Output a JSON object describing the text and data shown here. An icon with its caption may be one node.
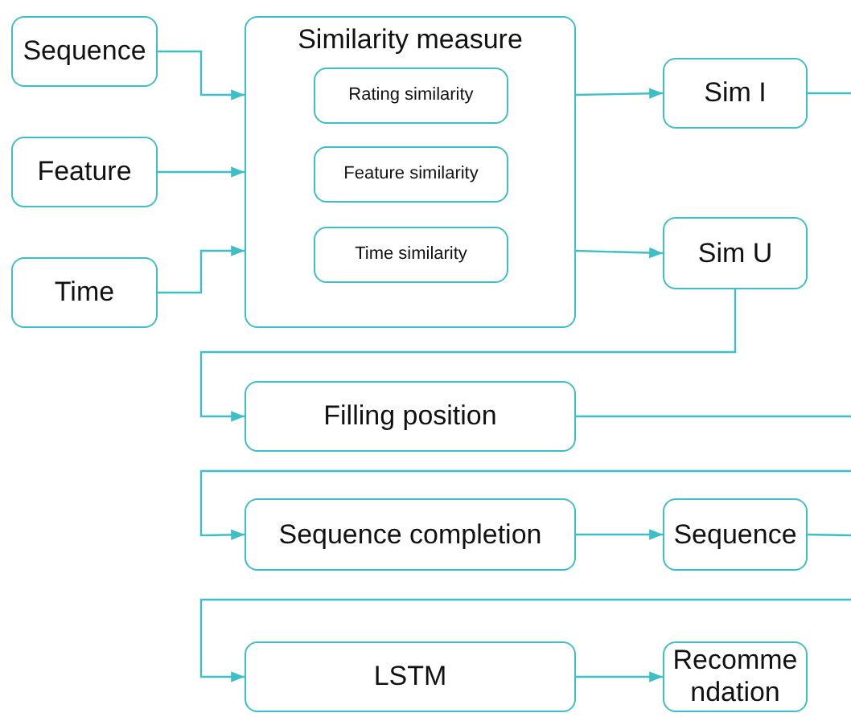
{
  "diagram": {
    "nodes": [
      {
        "text": [
          "Sequence"
        ]
      },
      {
        "text": [
          "Feature"
        ]
      },
      {
        "text": [
          "Time"
        ]
      },
      {
        "text": [
          "Similarity measure"
        ]
      },
      {
        "text": [
          "Rating similarity"
        ],
        "in": 3
      },
      {
        "text": [
          "Feature similarity"
        ],
        "in": 3
      },
      {
        "text": [
          "Time similarity"
        ],
        "in": 3
      },
      {
        "text": [
          "Sim I"
        ]
      },
      {
        "text": [
          "Sim U"
        ]
      },
      {
        "text": [
          "Filling position"
        ]
      },
      {
        "text": [
          "Sequence completion"
        ]
      },
      {
        "text": [
          "Sequence"
        ]
      },
      {
        "text": [
          "LSTM"
        ]
      },
      {
        "text": [
          "Recommendation"
        ]
      }
    ],
    "edges": [
      {
        "from": 0,
        "to": 3,
        "arrow": "to"
      },
      {
        "from": 1,
        "to": 3,
        "arrow": "to"
      },
      {
        "from": 2,
        "to": 3,
        "arrow": "to"
      },
      {
        "from": 3,
        "to": 7,
        "arrow": "to"
      },
      {
        "from": 3,
        "to": 8,
        "arrow": "to"
      },
      {
        "from": 7,
        "to": null,
        "arrow": "none"
      },
      {
        "from": 8,
        "to": 9,
        "arrow": "to"
      },
      {
        "from": 9,
        "to": null,
        "arrow": "none"
      },
      {
        "from": null,
        "to": 10,
        "arrow": "to"
      },
      {
        "from": 10,
        "to": 11,
        "arrow": "to"
      },
      {
        "from": 11,
        "to": null,
        "arrow": "none"
      },
      {
        "from": null,
        "to": 12,
        "arrow": "to"
      },
      {
        "from": 12,
        "to": 13,
        "arrow": "to"
      }
    ]
  }
}
